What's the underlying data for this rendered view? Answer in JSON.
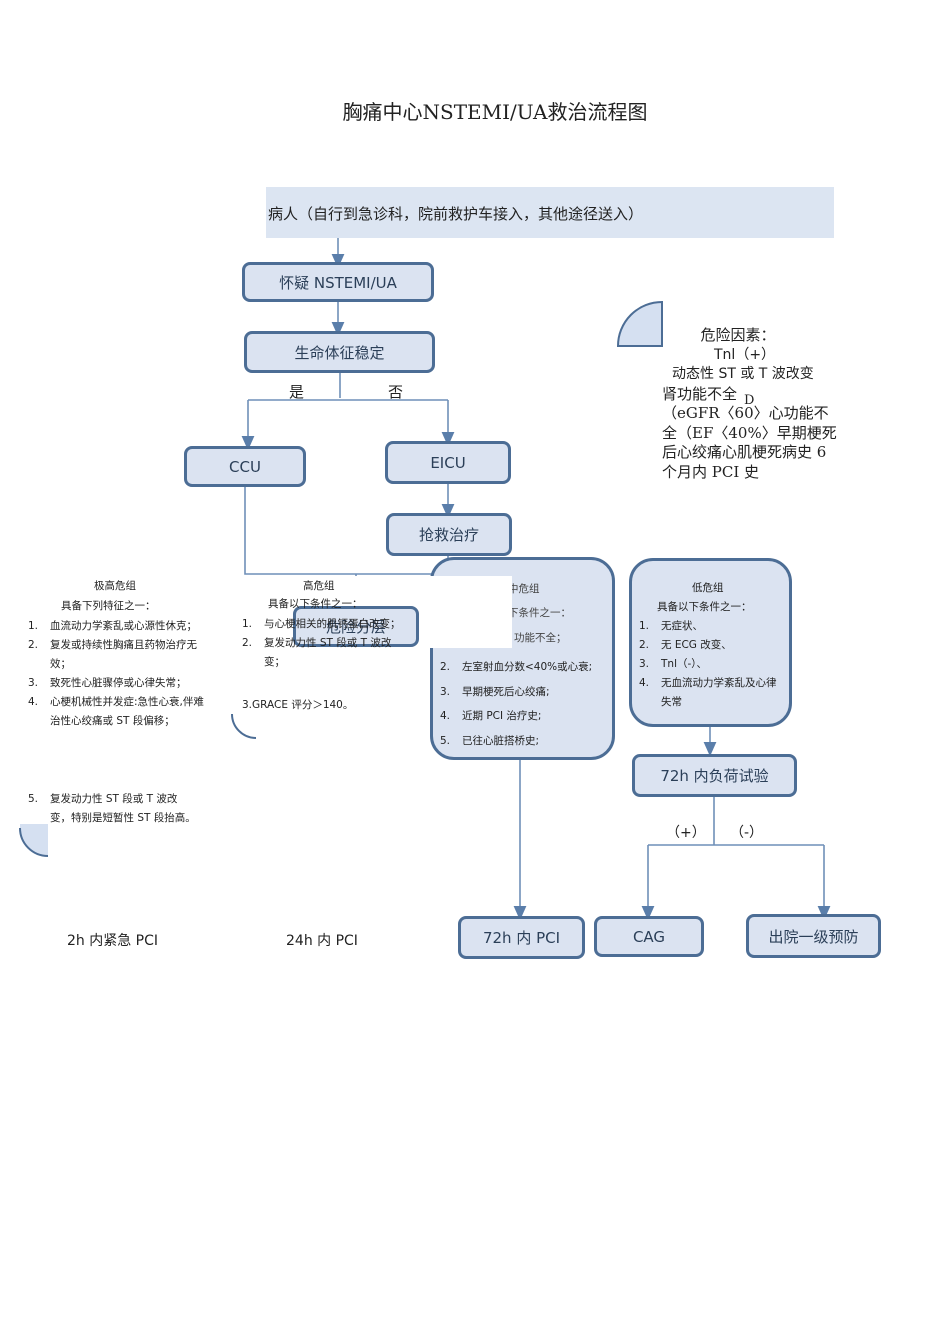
{
  "title": "胸痛中心NSTEMI/UA救治流程图",
  "patient": "病人（自行到急诊科，院前救护车接入，其他途径送入）",
  "boxes": {
    "suspect": "怀疑 NSTEMI/UA",
    "vitals": "生命体征稳定",
    "yes": "是",
    "no": "否",
    "ccu": "CCU",
    "eicu": "EICU",
    "rescue": "抢救治疗",
    "stratify": "危险分层",
    "pci72": "72h 内 PCI",
    "cag": "CAG",
    "load72": "72h 内负荷试验",
    "plus": "（+）",
    "minus": "（-）",
    "discharge": "出院一级预防"
  },
  "risk_factors": {
    "title": "危险因素：",
    "tnl": "Tnl（+）",
    "text1": "动态性 ST 或 T 波改变",
    "text2": "肾功能不全",
    "mark": "D",
    "text3": "（eGFR〈60〉心功能不全（EF〈40%〉早期梗死后心绞痛心肌梗死病史 6 个月内 PCI 史"
  },
  "very_high": {
    "title": "极高危组",
    "subtitle": "具备下列特征之一：",
    "items": [
      {
        "n": "1.",
        "text": "血流动力学紊乱或心源性休克；"
      },
      {
        "n": "2.",
        "text": "复发或持续性胸痛且药物治疗无效；"
      },
      {
        "n": "3.",
        "text": "致死性心脏骤停或心律失常；"
      },
      {
        "n": "4.",
        "text": "心梗机械性并发症:急性心衰,伴难治性心绞痛或 ST 段偏移；"
      }
    ],
    "item5": {
      "n": "5.",
      "text": "复发动力性 ST 段或 T 波改变，特别是短暂性 ST 段抬高。"
    }
  },
  "high": {
    "title": "高危组",
    "subtitle": "具备以下条件之一：",
    "items": [
      {
        "n": "1.",
        "text": "与心梗相关的肌钙蛋白改变；"
      },
      {
        "n": "2.",
        "text": "复发动力性 ST 段或 T 波改变；"
      }
    ],
    "grace": "3.GRACE 评分＞140。"
  },
  "mid": {
    "title": "中危组",
    "subtitle": "下条件之一：",
    "item0": "功能不全；",
    "items": [
      {
        "n": "2.",
        "text": "左室射血分数<40%或心衰;"
      },
      {
        "n": "3.",
        "text": "早期梗死后心绞痛;"
      },
      {
        "n": "4.",
        "text": "近期 PCI 治疗史;"
      },
      {
        "n": "5.",
        "text": "已往心脏搭桥史;"
      }
    ]
  },
  "low": {
    "title": "低危组",
    "subtitle": "具备以下条件之一：",
    "items": [
      {
        "n": "1.",
        "text": "无症状、"
      },
      {
        "n": "2.",
        "text": "无 ECG 改变、"
      },
      {
        "n": "3.",
        "text": "Tnl（-）、"
      },
      {
        "n": "4.",
        "text": "无血流动力学紊乱及心律失常"
      }
    ]
  },
  "bottom": {
    "pci2h": "2h 内紧急 PCI",
    "pci24h": "24h 内 PCI"
  },
  "colors": {
    "box_fill": "#dbe3f1",
    "box_border": "#4c6d95",
    "arrow": "#5a7eaa"
  }
}
